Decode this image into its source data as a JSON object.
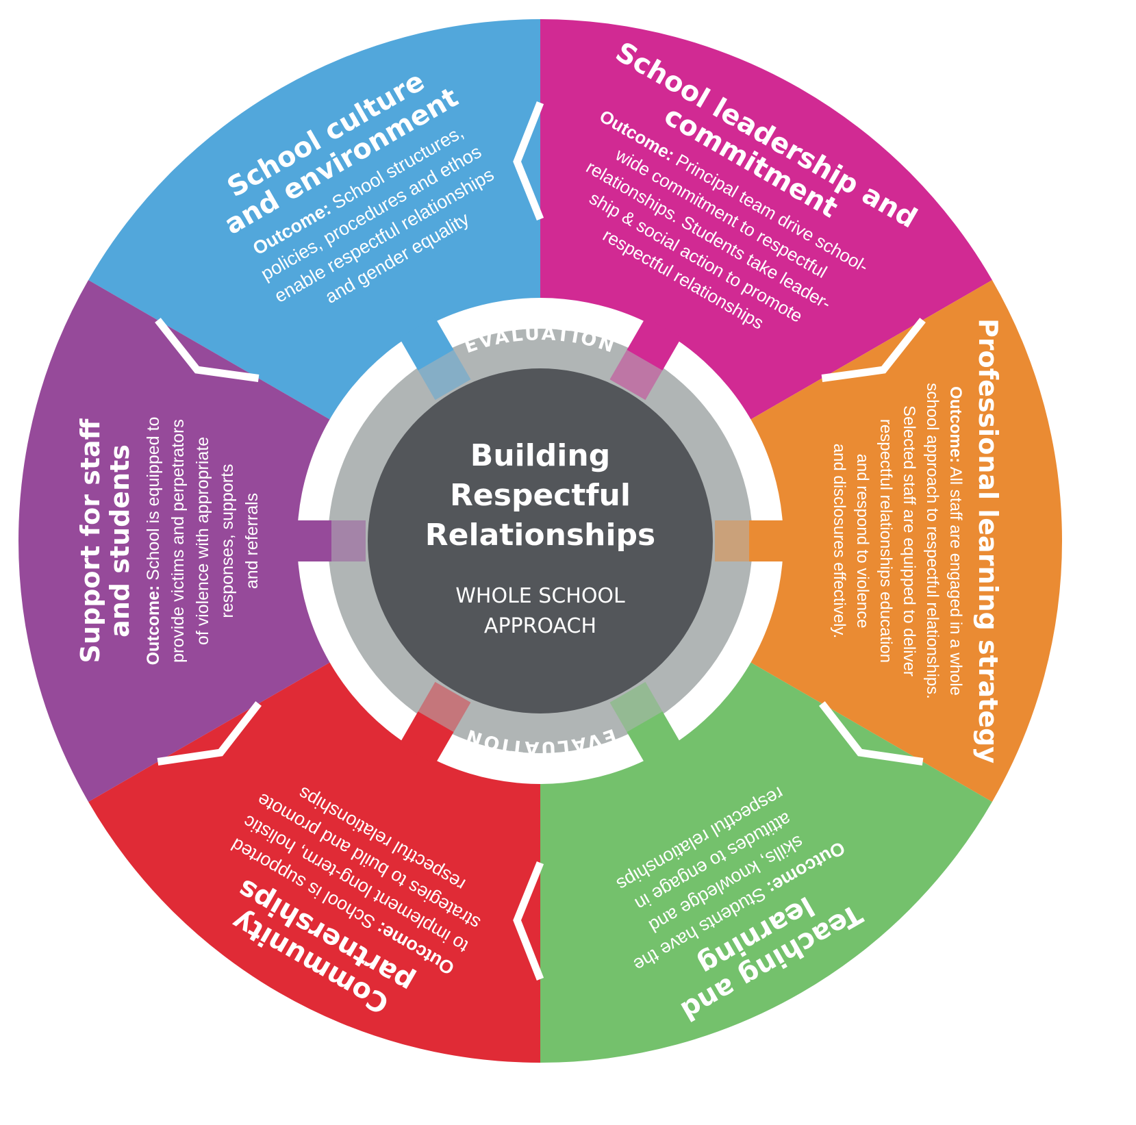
{
  "center": {
    "title_lines": [
      "Building",
      "Respectful",
      "Relationships"
    ],
    "subtitle_lines": [
      "WHOLE SCHOOL",
      "APPROACH"
    ],
    "color": "#53565a"
  },
  "evaluation_ring": {
    "top_label": "EVALUATION",
    "bottom_label": "EVALUATION",
    "color": "#b0b5b5"
  },
  "segments": [
    {
      "id": "culture",
      "color": "#52a7db",
      "title_lines": [
        "School culture",
        "and environment"
      ],
      "outcome_label": "Outcome:",
      "body_lines": [
        " School structures,",
        "policies, procedures and ethos",
        "enable respectful relationships",
        "and gender equality"
      ]
    },
    {
      "id": "leadership",
      "color": "#d12a93",
      "title_lines": [
        "School leadership and",
        "commitment"
      ],
      "outcome_label": "Outcome:",
      "body_lines": [
        " Principal team drive school-",
        "wide commitment to respectful",
        "relationships. Students take leader-",
        "ship & social action to promote",
        "respectful relationships"
      ]
    },
    {
      "id": "professional",
      "color": "#ea8b33",
      "title_lines": [
        "Professional learning strategy"
      ],
      "outcome_label": "Outcome:",
      "body_lines": [
        " All staff are engaged in a whole",
        "school approach to respectful relationships.",
        "Selected staff are equipped to deliver",
        "respectful relationships education",
        "and respond to violence",
        "and disclosures effectively."
      ]
    },
    {
      "id": "teaching",
      "color": "#74c16c",
      "title_lines": [
        "Teaching and",
        "learning"
      ],
      "outcome_label": "Outcome:",
      "body_lines": [
        " Students have the",
        "skills, knowledge and",
        "attitudes to engage in",
        "respectful relationships"
      ]
    },
    {
      "id": "community",
      "color": "#e02b36",
      "title_lines": [
        "Community",
        "partnerships"
      ],
      "outcome_label": "Outcome:",
      "body_lines": [
        " School is supported",
        "to implement long-term, holistic",
        "strategies to build and promote",
        "respectful relationships"
      ]
    },
    {
      "id": "support",
      "color": "#964a9a",
      "title_lines": [
        "Support for staff",
        "and students"
      ],
      "outcome_label": "Outcome:",
      "body_lines": [
        " School is equipped to",
        "provide victims and perpetrators",
        "of violence with appropriate",
        "responses, supports",
        "and referrals"
      ]
    }
  ]
}
